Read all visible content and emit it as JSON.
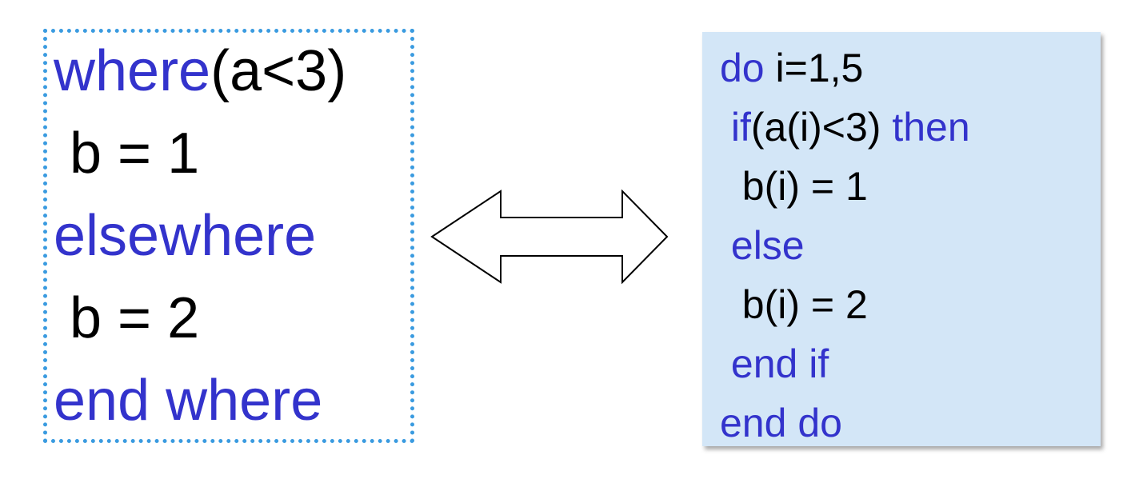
{
  "left_code": {
    "line1_kw": "where",
    "line1_rest": "(a<3)",
    "line2": " b = 1",
    "line3_kw": "elsewhere",
    "line4": " b = 2",
    "line5_kw": "end where"
  },
  "right_code": {
    "line1_kw": "do ",
    "line1_rest": "i=1,5",
    "line2_kw1": " if",
    "line2_mid": "(a(i)<3) ",
    "line2_kw2": "then",
    "line3": "  b(i) = 1",
    "line4_kw": " else",
    "line5": "  b(i) = 2",
    "line6_kw": " end if",
    "line7_kw": "end do"
  },
  "colors": {
    "keyword": "#3333cc",
    "text": "#000000",
    "dotted_border": "#3a9be0",
    "code_panel_bg": "#d3e6f7"
  },
  "icons": {
    "arrow": "double-headed-arrow-icon"
  }
}
